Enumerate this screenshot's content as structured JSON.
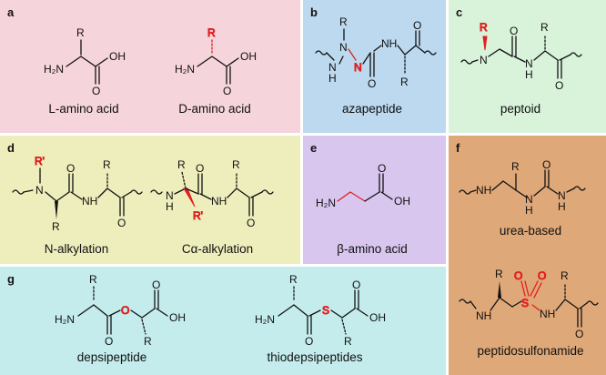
{
  "colors": {
    "a": "#f6d4dc",
    "b": "#bcd9ef",
    "c": "#d9f2da",
    "d": "#eeeebd",
    "e": "#d8c6ee",
    "f": "#dfa878",
    "g": "#c4ecec",
    "highlight": "#e02020"
  },
  "panels": {
    "a": {
      "label": "a",
      "captions": [
        "L-amino acid",
        "D-amino acid"
      ]
    },
    "b": {
      "label": "b",
      "captions": [
        "azapeptide"
      ]
    },
    "c": {
      "label": "c",
      "captions": [
        "peptoid"
      ]
    },
    "d": {
      "label": "d",
      "captions": [
        "N-alkylation",
        "Cα-alkylation"
      ]
    },
    "e": {
      "label": "e",
      "captions": [
        "β-amino acid"
      ]
    },
    "f": {
      "label": "f",
      "captions": [
        "urea-based",
        "peptidosulfonamide"
      ]
    },
    "g": {
      "label": "g",
      "captions": [
        "depsipeptide",
        "thiodepsipeptides"
      ]
    }
  },
  "atoms": {
    "R": "R",
    "Rp": "R'",
    "N": "N",
    "H": "H",
    "NH": "NH",
    "HN": "HN",
    "H2N": "H₂N",
    "OH": "OH",
    "O": "O",
    "S": "S"
  }
}
